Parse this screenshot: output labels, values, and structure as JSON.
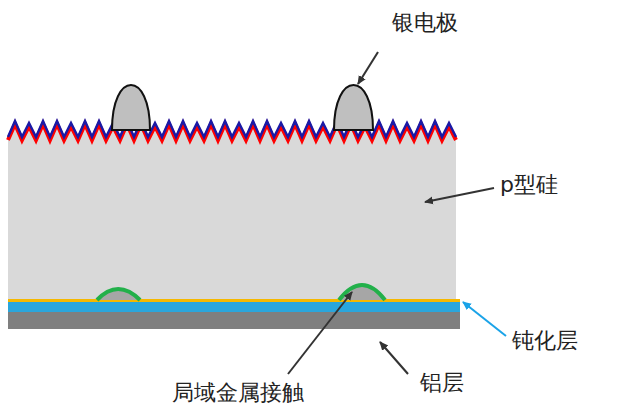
{
  "diagram": {
    "labels": [
      "银电极",
      "p型硅",
      "钝化层",
      "铝层",
      "局域金属接触"
    ]
  }
}
